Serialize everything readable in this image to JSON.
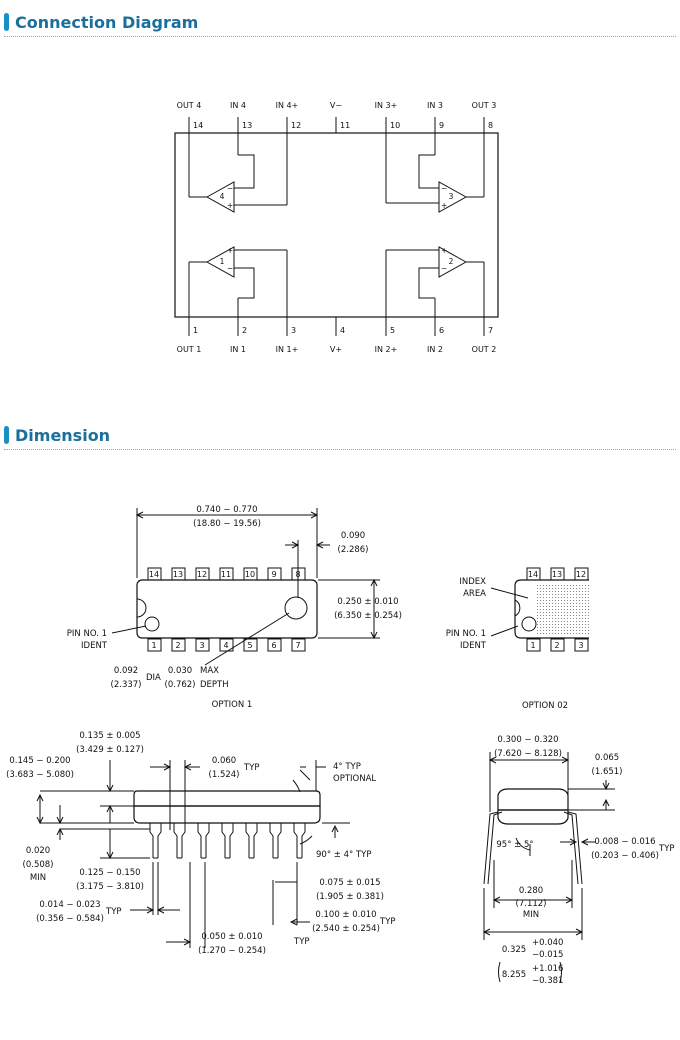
{
  "sections": {
    "connection_title": "Connection Diagram",
    "dimension_title": "Dimension"
  },
  "connection": {
    "top_labels": [
      "OUT 4",
      "IN 4",
      "IN 4+",
      "V−",
      "IN 3+",
      "IN 3",
      "OUT 3"
    ],
    "top_numbers": [
      "14",
      "13",
      "12",
      "11",
      "10",
      "9",
      "8"
    ],
    "bottom_labels": [
      "OUT 1",
      "IN 1",
      "IN 1+",
      "V+",
      "IN 2+",
      "IN 2",
      "OUT 2"
    ],
    "bottom_numbers": [
      "1",
      "2",
      "3",
      "4",
      "5",
      "6",
      "7"
    ],
    "opamp_numbers": [
      "4",
      "3",
      "1",
      "2"
    ],
    "sign_plus": "+",
    "sign_minus": "−"
  },
  "dimension": {
    "top_view": {
      "pins_top": [
        "14",
        "13",
        "12",
        "11",
        "10",
        "9",
        "8"
      ],
      "pins_bottom": [
        "1",
        "2",
        "3",
        "4",
        "5",
        "6",
        "7"
      ],
      "length_in": "0.740 − 0.770",
      "length_mm": "(18.80 − 19.56)",
      "end_in": "0.090",
      "end_mm": "(2.286)",
      "width_in": "0.250 ± 0.010",
      "width_mm": "(6.350 ± 0.254)",
      "pin1_ident_line1": "PIN NO. 1",
      "pin1_ident_line2": "IDENT",
      "dia_in": "0.092",
      "dia_mm": "(2.337)",
      "dia_label": "DIA",
      "depth_in": "0.030",
      "depth_mm": "(0.762)",
      "depth_label_1": "MAX",
      "depth_label_2": "DEPTH",
      "caption": "OPTION 1"
    },
    "option2": {
      "pins_top": [
        "14",
        "13",
        "12"
      ],
      "pins_bottom": [
        "1",
        "2",
        "3"
      ],
      "index_line1": "INDEX",
      "index_line2": "AREA",
      "pin1_line1": "PIN NO. 1",
      "pin1_line2": "IDENT",
      "caption": "OPTION 02"
    },
    "side_view": {
      "h1_in": "0.135 ± 0.005",
      "h1_mm": "(3.429 ± 0.127)",
      "h2_in": "0.145 − 0.200",
      "h2_mm": "(3.683 − 5.080)",
      "pitch_in": "0.060",
      "pitch_mm": "(1.524)",
      "typ": "TYP",
      "angle_top_1": "4° TYP",
      "angle_top_2": "OPTIONAL",
      "standoff_in": "0.020",
      "standoff_mm": "(0.508)",
      "standoff_min": "MIN",
      "lead_len_in": "0.125 − 0.150",
      "lead_len_mm": "(3.175 − 3.810)",
      "lead_w_in": "0.014 − 0.023",
      "lead_w_mm": "(0.356 − 0.584)",
      "angle_90": "90° ± 4° TYP",
      "shoulder_in": "0.075 ± 0.015",
      "shoulder_mm": "(1.905 ± 0.381)",
      "spacing_in": "0.100 ± 0.010",
      "spacing_mm": "(2.540 ± 0.254)",
      "thick_in": "0.050 ± 0.010",
      "thick_mm": "(1.270 − 0.254)"
    },
    "end_view": {
      "width_in": "0.300 − 0.320",
      "width_mm": "(7.620 − 8.128)",
      "h_in": "0.065",
      "h_mm": "(1.651)",
      "angle": "95° ± 5°",
      "lead_t_in": "0.008 − 0.016",
      "lead_t_mm": "(0.203 − 0.406)",
      "typ": "TYP",
      "row_in": "0.280",
      "row_mm": "(7.112)",
      "row_min": "MIN",
      "span_in": "0.325",
      "span_in_plus": "+0.040",
      "span_in_minus": "−0.015",
      "span_mm": "8.255",
      "span_mm_plus": "+1.016",
      "span_mm_minus": "−0.381"
    }
  }
}
